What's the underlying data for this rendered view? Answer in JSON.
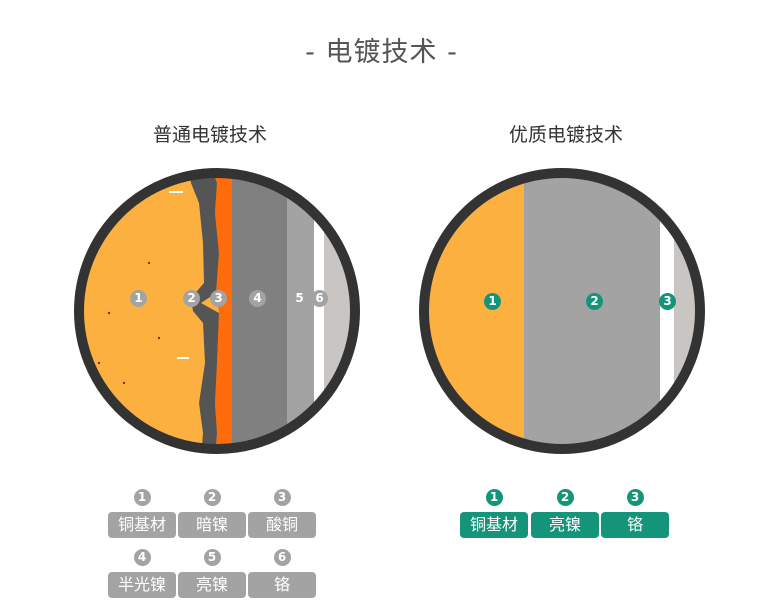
{
  "title": "- 电镀技术 -",
  "left": {
    "subtitle": "普通电镀技术",
    "markers": [
      "1",
      "2",
      "3",
      "4",
      "5",
      "6"
    ],
    "layers": [
      {
        "num": "1",
        "name": "铜基材",
        "color": "#fbb040"
      },
      {
        "num": "2",
        "name": "暗镍",
        "color": "#555555"
      },
      {
        "num": "3",
        "name": "酸铜",
        "color": "#ff6c0c"
      },
      {
        "num": "4",
        "name": "半光镍",
        "color": "#808080"
      },
      {
        "num": "5",
        "name": "亮镍",
        "color": "#a3a3a3"
      },
      {
        "num": "6",
        "name": "铬",
        "color": "#c8c5c2"
      }
    ]
  },
  "right": {
    "subtitle": "优质电镀技术",
    "markers": [
      "1",
      "2",
      "3"
    ],
    "layers": [
      {
        "num": "1",
        "name": "铜基材",
        "color": "#fbb040"
      },
      {
        "num": "2",
        "name": "亮镍",
        "color": "#a3a3a3"
      },
      {
        "num": "3",
        "name": "铬",
        "color": "#c8c5c2"
      }
    ]
  },
  "colors": {
    "legend_gray": "#a3a3a3",
    "legend_green": "#14957a",
    "ring": "#333333"
  }
}
